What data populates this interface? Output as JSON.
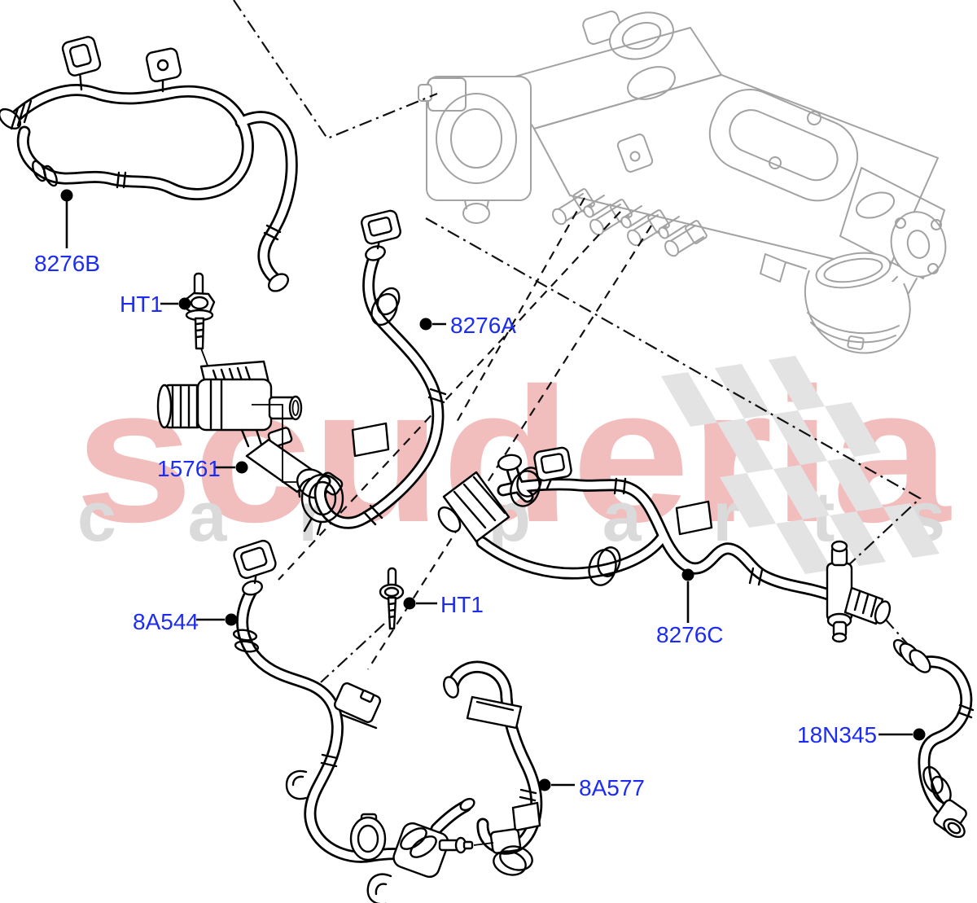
{
  "watermark": {
    "brand": "scuderia",
    "subtext": "car parts"
  },
  "colors": {
    "label_blue": "#1d2cf3",
    "watermark_pink": "#f2bdbd",
    "watermark_gray": "#dadada",
    "flag_gray": "#e3e3e3",
    "engine_gray": "#a2a2a2",
    "line_black": "#000000"
  },
  "parts": {
    "p8276b": {
      "label": "8276B"
    },
    "ht1_upper": {
      "label": "HT1"
    },
    "p15761": {
      "label": "15761"
    },
    "p8276a": {
      "label": "8276A"
    },
    "p8a544": {
      "label": "8A544"
    },
    "ht1_lower": {
      "label": "HT1"
    },
    "p8276c": {
      "label": "8276C"
    },
    "p8a577": {
      "label": "8A577"
    },
    "p18n345": {
      "label": "18N345"
    }
  }
}
